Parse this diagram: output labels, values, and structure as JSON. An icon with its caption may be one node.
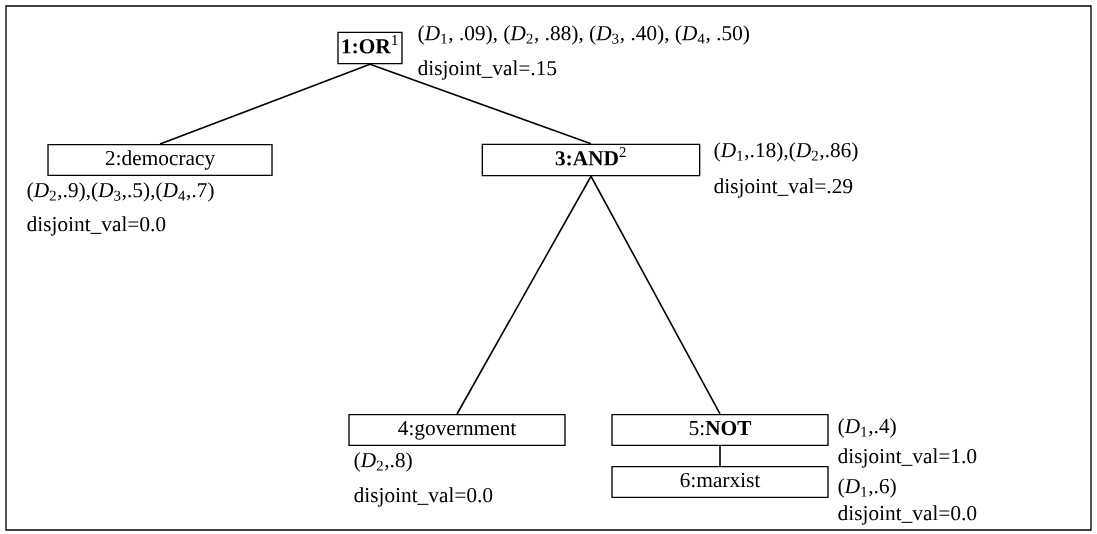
{
  "diagram": {
    "nodes": [
      {
        "text": [
          "**1:OR**$^{1}$"
        ],
        "beside": [
          "(*D*$_{1}$, .09), (*D*$_{2}$, .88), (*D*$_{3}$, .40), (*D*$_{4}$, .50)",
          "disjoint_val=.15"
        ]
      },
      {
        "text": [
          "2:democracy"
        ],
        "beside": [
          "(*D*$_{2}$,.9),(*D*$_{3}$,.5),(*D*$_{4}$,.7)",
          "disjoint_val=0.0"
        ]
      },
      {
        "text": [
          "**3:AND**$^{2}$"
        ],
        "beside": [
          "(*D*$_{1}$,.18),(*D*$_{2}$,.86)",
          "disjoint_val=.29"
        ]
      },
      {
        "text": [
          "4:government"
        ],
        "beside": [
          "(*D*$_{2}$,.8)",
          "disjoint_val=0.0"
        ]
      },
      {
        "text": [
          "5:**NOT**"
        ],
        "beside": [
          "(*D*$_{1}$,.4)",
          "disjoint_val=1.0"
        ]
      },
      {
        "text": [
          "6:marxist"
        ],
        "beside": [
          "(*D*$_{1}$,.6)",
          "disjoint_val=0.0"
        ]
      }
    ],
    "edges": [
      {
        "from": 0,
        "to": 1,
        "arrow": "none"
      },
      {
        "from": 0,
        "to": 2,
        "arrow": "none"
      },
      {
        "from": 2,
        "to": 3,
        "arrow": "none"
      },
      {
        "from": 2,
        "to": 4,
        "arrow": "none"
      },
      {
        "from": 4,
        "to": 5,
        "arrow": "none"
      }
    ]
  }
}
